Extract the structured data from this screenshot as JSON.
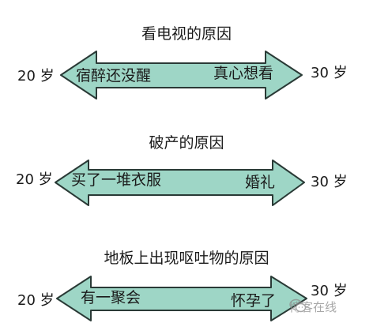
{
  "colors": {
    "arrow_fill": "#9ed6c6",
    "arrow_stroke": "#2a3a36",
    "text": "#1a1a1a",
    "watermark": "#8c8c8c"
  },
  "sections": [
    {
      "title": "看电视的原因",
      "left_age": "20 岁",
      "right_age": "30 岁",
      "left_phrase": "宿醉还没醒",
      "right_phrase": "真心想看"
    },
    {
      "title": "破产的原因",
      "left_age": "20 岁",
      "right_age": "30 岁",
      "left_phrase": "买了一堆衣服",
      "right_phrase": "婚礼"
    },
    {
      "title": "地板上出现呕吐物的原因",
      "left_age": "20 岁",
      "right_age": "30 岁",
      "left_phrase": "有一聚会",
      "right_phrase": "怀孕了"
    }
  ],
  "watermark": {
    "icon": "wechat-icon",
    "text": "博客在线"
  }
}
